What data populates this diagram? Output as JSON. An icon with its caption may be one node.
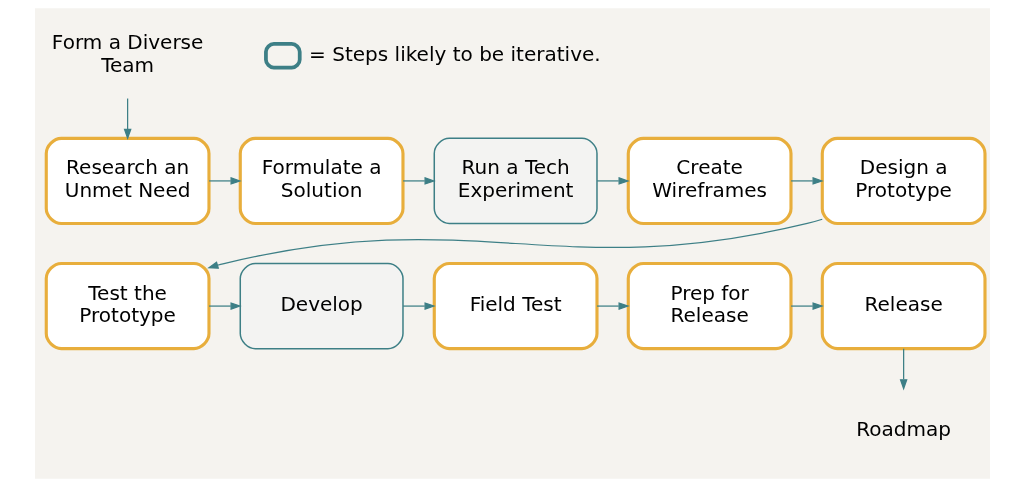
{
  "diagram": {
    "nodes": [
      {
        "text": [
          "Form a Diverse Team"
        ]
      },
      {
        "text": [
          "Research an Unmet Need"
        ]
      },
      {
        "text": [
          "Formulate a Solution"
        ]
      },
      {
        "text": [
          "Run a Tech Experiment"
        ]
      },
      {
        "text": [
          "Create Wireframes"
        ]
      },
      {
        "text": [
          "Design a Prototype"
        ]
      },
      {
        "text": [
          "Test the Prototype"
        ]
      },
      {
        "text": [
          "Develop"
        ]
      },
      {
        "text": [
          "Field Test"
        ]
      },
      {
        "text": [
          "Prep for Release"
        ]
      },
      {
        "text": [
          "Release"
        ]
      },
      {
        "text": [
          "Roadmap"
        ]
      }
    ],
    "edges": [
      {
        "from": 0,
        "to": 1,
        "arrow": "to"
      },
      {
        "from": 1,
        "to": 2,
        "arrow": "to"
      },
      {
        "from": 2,
        "to": 3,
        "arrow": "to"
      },
      {
        "from": 3,
        "to": 4,
        "arrow": "to"
      },
      {
        "from": 4,
        "to": 5,
        "arrow": "to"
      },
      {
        "from": 5,
        "to": 6,
        "arrow": "to"
      },
      {
        "from": 6,
        "to": 7,
        "arrow": "to"
      },
      {
        "from": 7,
        "to": 8,
        "arrow": "to"
      },
      {
        "from": 8,
        "to": 9,
        "arrow": "to"
      },
      {
        "from": 9,
        "to": 10,
        "arrow": "to"
      },
      {
        "from": 10,
        "to": 11,
        "arrow": "to"
      }
    ],
    "legend": [
      {
        "text": "= Steps likely to be iterative."
      }
    ]
  }
}
